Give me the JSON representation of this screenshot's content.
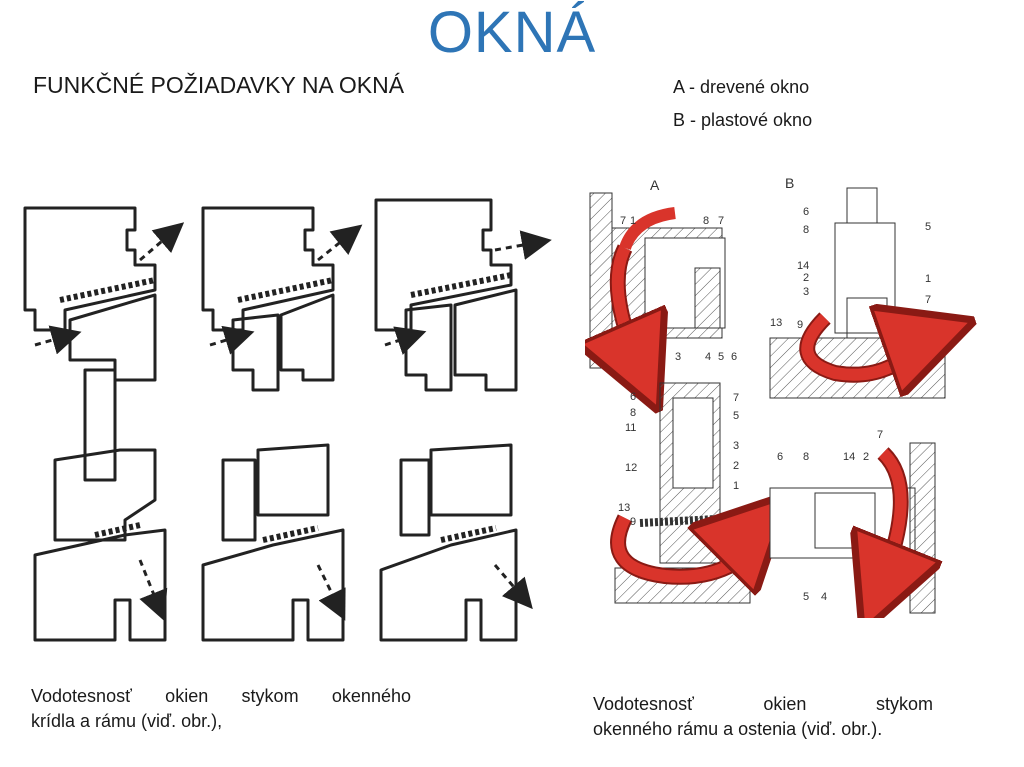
{
  "title": "OKNÁ",
  "subtitle": "FUNKČNÉ POŽIADAVKY NA OKNÁ",
  "legend": {
    "a": "A - drevené okno",
    "b": "B - plastové okno"
  },
  "captions": {
    "left_line1": "Vodotesnosť okien stykom okenného",
    "left_line2": "krídla a rámu (viď. obr.),",
    "right_line1": "Vodotesnosť okien stykom",
    "right_line2": "okenného rámu  a ostenia (viď. obr.)."
  },
  "diagram_labels": {
    "panel_a": "A",
    "panel_b": "B",
    "a_top": [
      "7",
      "1",
      "8",
      "7"
    ],
    "a_top_bottom": [
      "3",
      "4",
      "5",
      "6"
    ],
    "a_bottom_left": [
      "6",
      "8",
      "11",
      "12",
      "13",
      "9"
    ],
    "a_bottom_right": [
      "7",
      "5",
      "3",
      "2",
      "1"
    ],
    "b_top_left": [
      "6",
      "8",
      "14",
      "2",
      "3",
      "13",
      "9"
    ],
    "b_top_right": [
      "5",
      "1",
      "7"
    ],
    "b_bottom_top": [
      "6",
      "8",
      "14",
      "2",
      "7"
    ],
    "b_bottom_bottom": [
      "5",
      "4"
    ]
  },
  "colors": {
    "title": "#2e75b6",
    "arrow_red": "#d9342b",
    "line": "#222222"
  }
}
